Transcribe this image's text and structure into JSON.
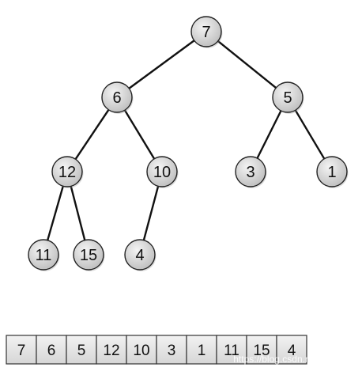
{
  "tree": {
    "nodes": [
      {
        "id": "n0",
        "label": "7"
      },
      {
        "id": "n1",
        "label": "6"
      },
      {
        "id": "n2",
        "label": "5"
      },
      {
        "id": "n3",
        "label": "12"
      },
      {
        "id": "n4",
        "label": "10"
      },
      {
        "id": "n5",
        "label": "3"
      },
      {
        "id": "n6",
        "label": "1"
      },
      {
        "id": "n7",
        "label": "11"
      },
      {
        "id": "n8",
        "label": "15"
      },
      {
        "id": "n9",
        "label": "4"
      }
    ],
    "edges": [
      [
        "n0",
        "n1"
      ],
      [
        "n0",
        "n2"
      ],
      [
        "n1",
        "n3"
      ],
      [
        "n1",
        "n4"
      ],
      [
        "n2",
        "n5"
      ],
      [
        "n2",
        "n6"
      ],
      [
        "n3",
        "n7"
      ],
      [
        "n3",
        "n8"
      ],
      [
        "n4",
        "n9"
      ]
    ]
  },
  "array": {
    "cells": [
      "7",
      "6",
      "5",
      "12",
      "10",
      "3",
      "1",
      "11",
      "15",
      "4"
    ]
  },
  "watermark": {
    "text": "https://blog.csdn.net/Seky_fei"
  },
  "colors": {
    "node_fill_light": "#f4f4f4",
    "node_fill_dark": "#bdbdbd",
    "node_stroke": "#222222",
    "edge": "#111111",
    "cell_fill": "#e4e4e4",
    "cell_stroke": "#333333"
  }
}
